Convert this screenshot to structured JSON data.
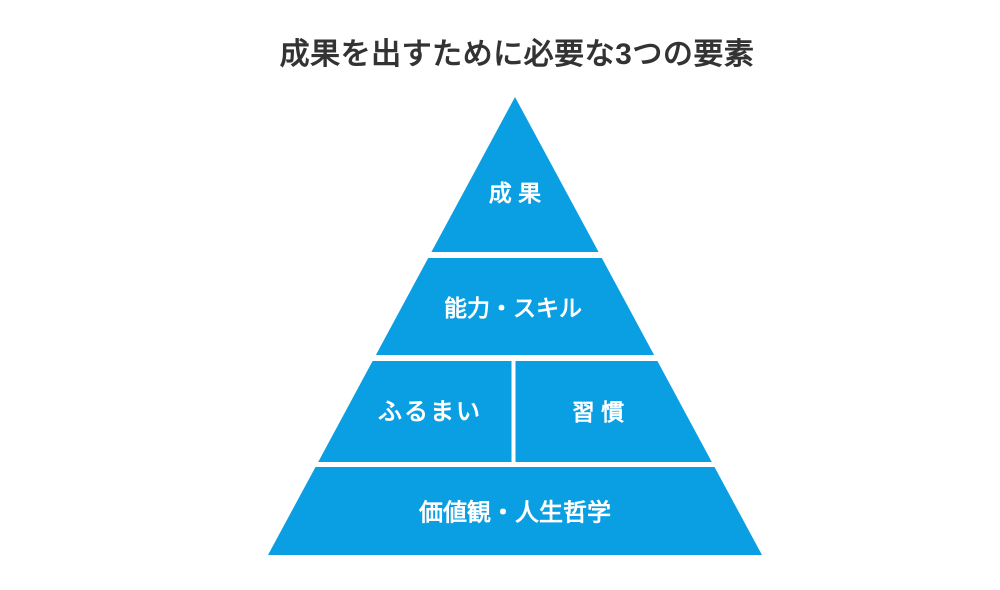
{
  "title": "成果を出すために必要な3つの要素",
  "colors": {
    "pyramid_blue": "#0A9FE3",
    "title_text": "#333333",
    "label_text": "#FFFFFF",
    "background": "#FFFFFF"
  },
  "pyramid": {
    "levels": [
      {
        "label": "成 果"
      },
      {
        "label": "能力・スキル"
      },
      {
        "cells": [
          {
            "label": "ふるまい"
          },
          {
            "label": "習 慣"
          }
        ]
      },
      {
        "label": "価値観・人生哲学"
      }
    ]
  }
}
